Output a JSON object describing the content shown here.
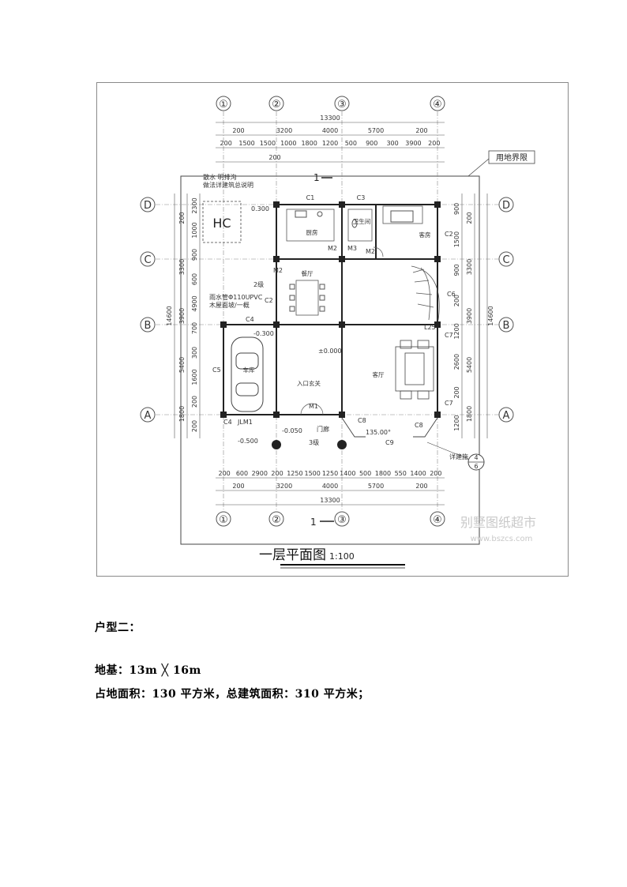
{
  "drawing": {
    "total_width_label": "13300",
    "top_dims_row1": [
      "200",
      "3200",
      "4000",
      "5700",
      "200"
    ],
    "top_dims_row2": [
      "200",
      "1500",
      "1500",
      "1000",
      "1800",
      "1200",
      "500",
      "900",
      "300",
      "3900",
      "200"
    ],
    "top_dims_row3": [
      "200"
    ],
    "bottom_dims_row1": [
      "200",
      "600",
      "2900",
      "200",
      "1250",
      "1500",
      "1250",
      "1400",
      "500",
      "1800",
      "550",
      "1400",
      "200"
    ],
    "bottom_dims_row2": [
      "200",
      "3200",
      "4000",
      "5700",
      "200"
    ],
    "left_dims_outer": [
      "200",
      "3300",
      "3900",
      "5400",
      "1800"
    ],
    "left_dims_inner": [
      "2300",
      "1000",
      "900",
      "600",
      "4900",
      "700",
      "300",
      "1600",
      "200",
      "200"
    ],
    "left_total": "14600",
    "right_dims_outer": [
      "200",
      "3300",
      "3900",
      "5400",
      "1800"
    ],
    "right_dims_inner": [
      "900",
      "1500",
      "900",
      "200",
      "1200",
      "2600",
      "200",
      "1200"
    ],
    "right_total": "14600",
    "axis_columns": [
      "①",
      "②",
      "③",
      "④"
    ],
    "axis_rows": [
      "D",
      "C",
      "B",
      "A"
    ],
    "site_boundary_label": "用地界限",
    "note_top": [
      "散水  明排沟",
      "做法详建筑总说明"
    ],
    "note_drain": [
      "雨水管Φ110UPVC",
      "木屋面坡/一概"
    ],
    "section_mark": "1",
    "rooms": {
      "kitchen": "厨房",
      "bathroom": "卫生间",
      "bedroom": "客房",
      "dining": "餐厅",
      "garage": "车库",
      "entry": "入口玄关",
      "living": "客厅",
      "porch": "门廊"
    },
    "labels": {
      "hc": "HC",
      "c1": "C1",
      "c2": "C2",
      "c3": "C3",
      "c4": "C4",
      "c5": "C5",
      "c6": "C6",
      "c7": "C7",
      "c8": "C8",
      "c9": "C9",
      "m1": "M1",
      "m2": "M2",
      "m3": "M3",
      "jlm1": "JLM1",
      "level_0": "±0.000",
      "level_n03": "-0.300",
      "level_n005": "-0.050",
      "level_n05": "-0.500",
      "level_0300": "0.300",
      "steps_2": "2级",
      "steps_3": "3级",
      "angle": "135.00°",
      "stair_note": "L25",
      "detail_mark_num": "4",
      "detail_mark_den": "6",
      "detail_note": "详建施"
    },
    "title": "一层平面图",
    "scale": "1:100",
    "watermark_cn": "别墅图纸超市",
    "watermark_url": "www.bszcs.com"
  },
  "text": {
    "heading": "户型二：",
    "foundation": "地基：13m ╳ 16m",
    "area": "占地面积：130 平方米，总建筑面积：310 平方米；"
  }
}
